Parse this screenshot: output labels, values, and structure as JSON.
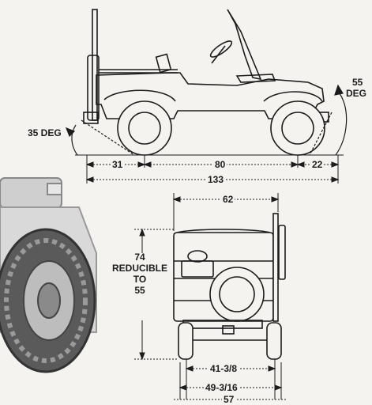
{
  "side_view": {
    "approach_angle": "35 DEG",
    "departure_angle_value": "55",
    "departure_angle_unit": "DEG",
    "front_overhang": "31",
    "wheelbase": "80",
    "rear_overhang": "22",
    "overall_length": "133"
  },
  "rear_view": {
    "overall_width": "62",
    "height_value": "74",
    "height_note_1": "REDUCIBLE",
    "height_note_2": "TO",
    "height_reduced": "55",
    "tread_width": "41-3/8",
    "width_at_tires": "49-3/16",
    "bottom_width": "57"
  },
  "colors": {
    "ink": "#1c1c1c",
    "paper": "#f4f3ef",
    "photo": "#7a7a7a"
  }
}
